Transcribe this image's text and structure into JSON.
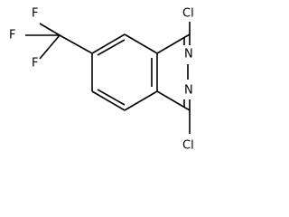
{
  "molecule": {
    "atoms": {
      "fluorine_top": "F",
      "fluorine_left": "F",
      "fluorine_bottom": "F",
      "chlorine_top": "Cl",
      "chlorine_bottom": "Cl",
      "nitrogen_upper": "N",
      "nitrogen_lower": "N"
    }
  },
  "colors": {
    "bond": "#000000",
    "label": "#000000",
    "background": "#ffffff"
  }
}
